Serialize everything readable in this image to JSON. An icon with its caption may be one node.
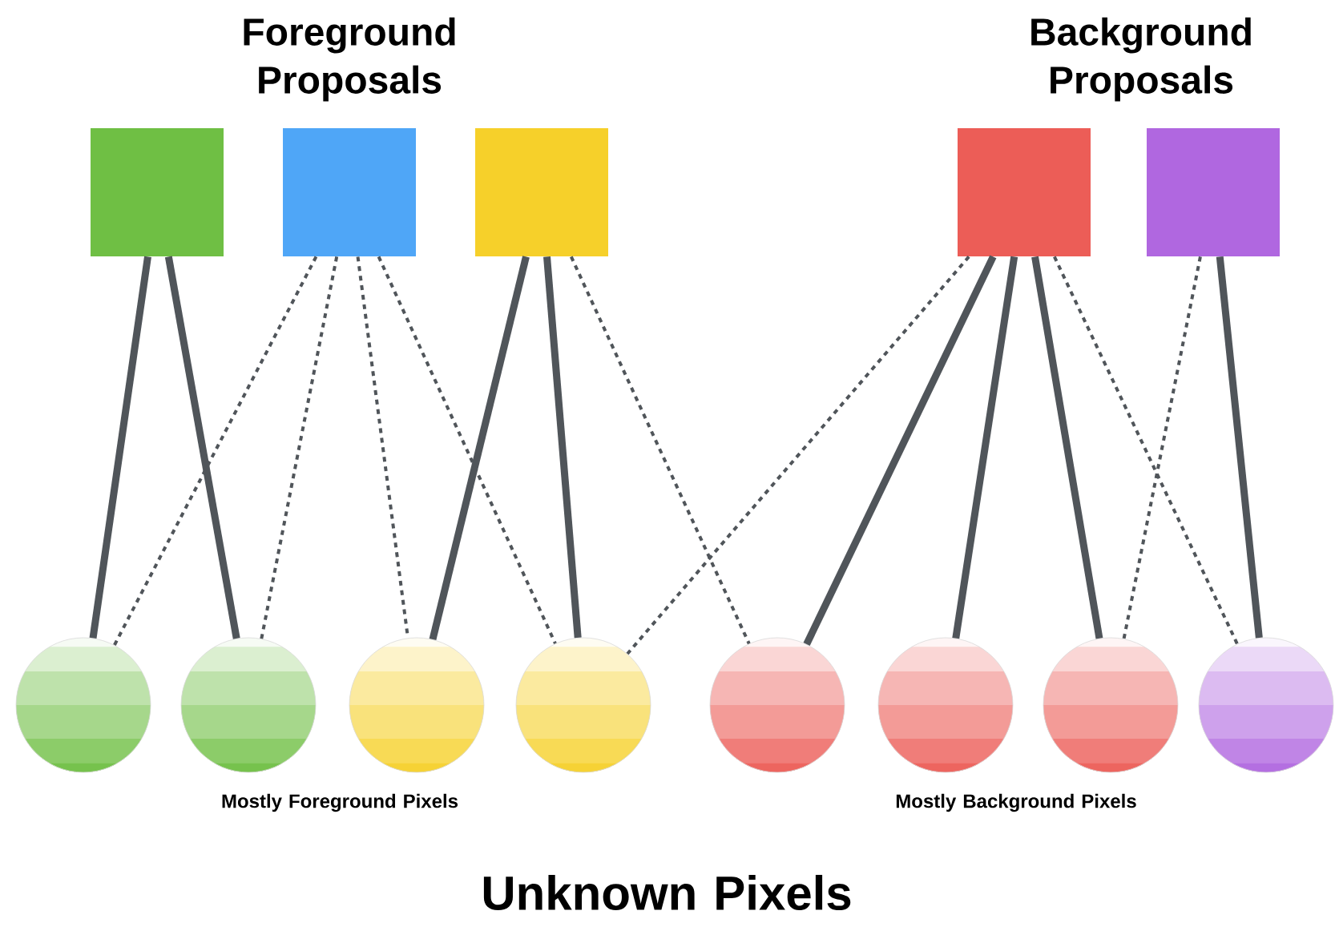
{
  "diagram": {
    "nodes": [
      {
        "text": [],
        "shape": "box"
      },
      {
        "text": [],
        "shape": "box"
      },
      {
        "text": [],
        "shape": "box"
      },
      {
        "text": [],
        "shape": "box"
      },
      {
        "text": [],
        "shape": "box"
      },
      {
        "text": [],
        "shape": "circle"
      },
      {
        "text": [],
        "shape": "circle"
      },
      {
        "text": [],
        "shape": "circle"
      },
      {
        "text": [],
        "shape": "circle"
      },
      {
        "text": [],
        "shape": "circle"
      },
      {
        "text": [],
        "shape": "circle"
      },
      {
        "text": [],
        "shape": "circle"
      },
      {
        "text": [],
        "shape": "circle"
      }
    ],
    "edges": [
      {
        "from": 0,
        "to": 5,
        "arrow": "none",
        "style": "thick"
      },
      {
        "from": 0,
        "to": 6,
        "arrow": "none",
        "style": "thick"
      },
      {
        "from": 1,
        "to": 5,
        "arrow": "none",
        "style": "dashed"
      },
      {
        "from": 1,
        "to": 6,
        "arrow": "none",
        "style": "dashed"
      },
      {
        "from": 1,
        "to": 7,
        "arrow": "none",
        "style": "dashed"
      },
      {
        "from": 1,
        "to": 8,
        "arrow": "none",
        "style": "dashed"
      },
      {
        "from": 2,
        "to": 7,
        "arrow": "none",
        "style": "thick"
      },
      {
        "from": 2,
        "to": 8,
        "arrow": "none",
        "style": "thick"
      },
      {
        "from": 2,
        "to": 9,
        "arrow": "none",
        "style": "dashed"
      },
      {
        "from": 3,
        "to": 8,
        "arrow": "none",
        "style": "dashed"
      },
      {
        "from": 3,
        "to": 9,
        "arrow": "none",
        "style": "thick"
      },
      {
        "from": 3,
        "to": 10,
        "arrow": "none",
        "style": "thick"
      },
      {
        "from": 3,
        "to": 11,
        "arrow": "none",
        "style": "thick"
      },
      {
        "from": 3,
        "to": 12,
        "arrow": "none",
        "style": "dashed"
      },
      {
        "from": 4,
        "to": 11,
        "arrow": "none",
        "style": "dashed"
      },
      {
        "from": 4,
        "to": 12,
        "arrow": "none",
        "style": "thick"
      }
    ],
    "labels": [
      "Foreground Proposals",
      "Background Proposals",
      "Mostly Foreground Pixels",
      "Mostly Background Pixels",
      "Unknown Pixels"
    ]
  }
}
